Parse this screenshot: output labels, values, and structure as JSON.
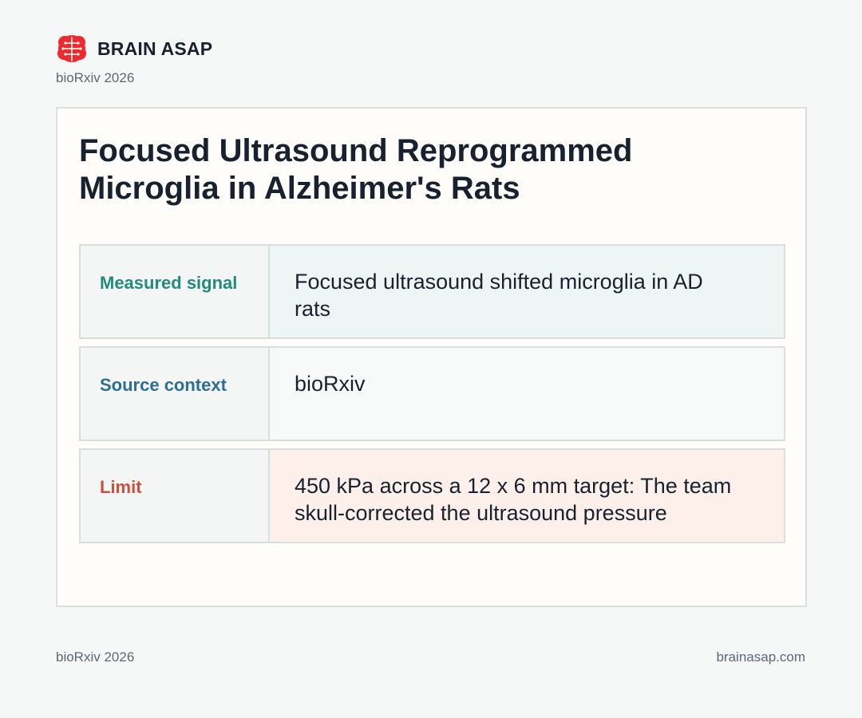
{
  "brand": {
    "name": "BRAIN ASAP",
    "subtitle": "bioRxiv 2026",
    "logo_icon": "brain-icon",
    "logo_color": "#ee2a2e"
  },
  "card": {
    "title": "Focused Ultrasound Reprogrammed Microglia in Alzheimer's Rats",
    "rows": [
      {
        "label": "Measured signal",
        "label_color": "#238a7c",
        "value": "Focused ultrasound shifted microglia in AD rats"
      },
      {
        "label": "Source context",
        "label_color": "#2e6e96",
        "value": "bioRxiv"
      },
      {
        "label": "Limit",
        "label_color": "#c9503f",
        "value": "450 kPa across a 12 x 6 mm target: The team skull-corrected the ultrasound pressure"
      }
    ]
  },
  "footer": {
    "left": "bioRxiv 2026",
    "right": "brainasap.com"
  }
}
